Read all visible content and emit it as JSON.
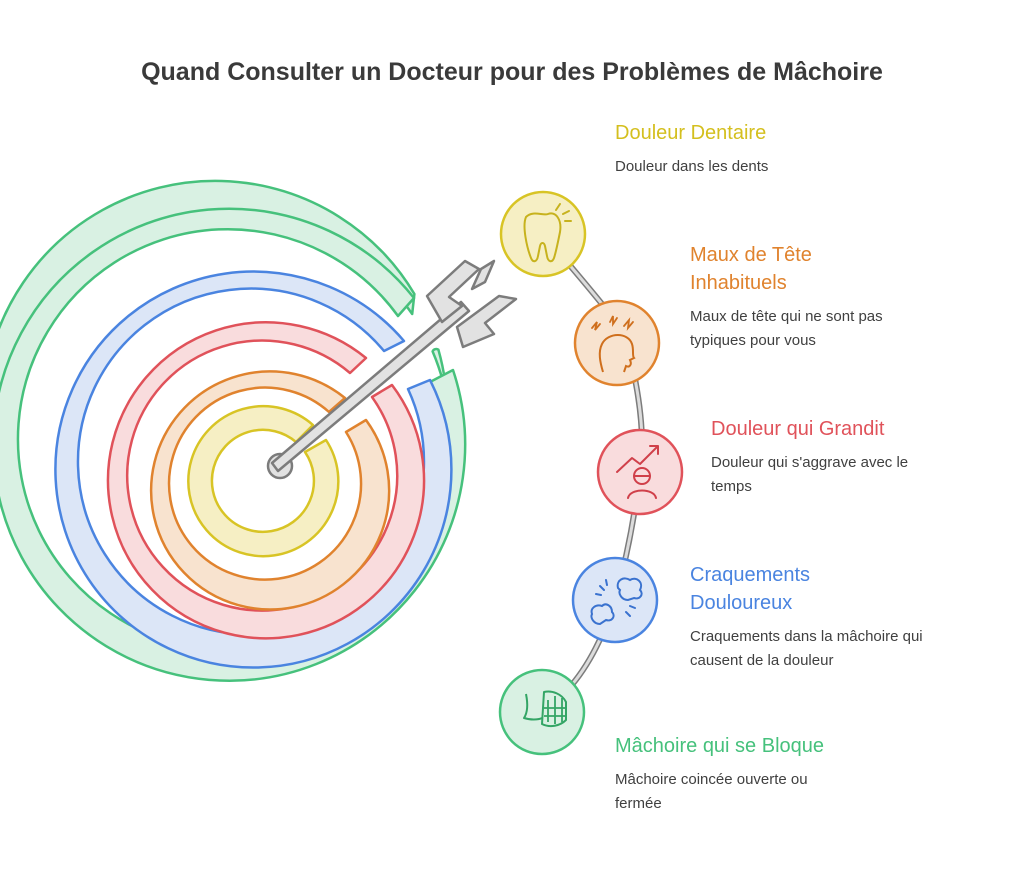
{
  "title": "Quand Consulter un Docteur pour des Problèmes de Mâchoire",
  "colors": {
    "yellow": "#d8c425",
    "orange": "#e0832e",
    "red": "#e0525a",
    "blue": "#4a84e0",
    "green": "#46c17c"
  },
  "items": [
    {
      "title": "Douleur Dentaire",
      "description": "Douleur dans les dents",
      "icon": "tooth-pain-icon",
      "color": "#d8c425"
    },
    {
      "title": "Maux de Tête Inhabituels",
      "description": "Maux de tête qui ne sont pas typiques pour vous",
      "icon": "headache-icon",
      "color": "#e0832e"
    },
    {
      "title": "Douleur qui Grandit",
      "description": "Douleur qui s'aggrave avec le temps",
      "icon": "rising-pain-icon",
      "color": "#e0525a"
    },
    {
      "title": "Craquements Douloureux",
      "description": "Craquements dans la mâchoire qui causent de la douleur",
      "icon": "cracking-jaw-icon",
      "color": "#4a84e0"
    },
    {
      "title": "Mâchoire qui se Bloque",
      "description": "Mâchoire coincée ouverte ou fermée",
      "icon": "locked-jaw-icon",
      "color": "#46c17c"
    }
  ]
}
